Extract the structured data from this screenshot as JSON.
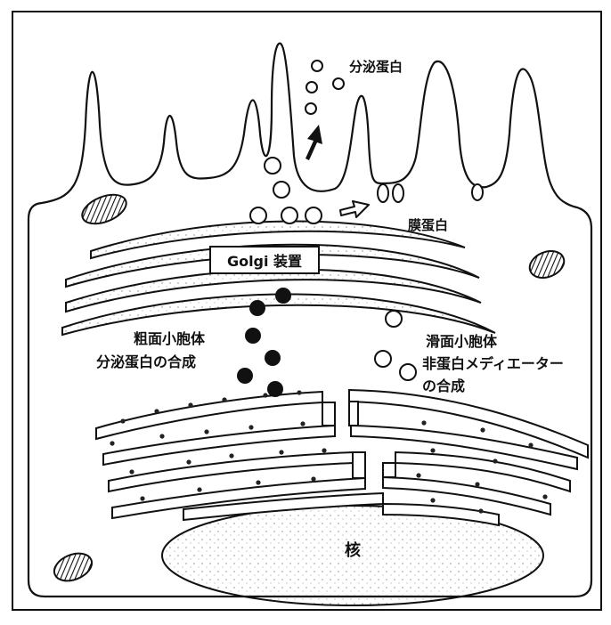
{
  "labels": {
    "secretory_protein": "分泌蛋白",
    "membrane_protein": "膜蛋白",
    "golgi": "Golgi 装置",
    "rer_line1": "粗面小胞体",
    "rer_line2": "分泌蛋白の合成",
    "ser_line1": "滑面小胞体",
    "ser_line2": "非蛋白メディエーター",
    "ser_line3": "の合成",
    "nucleus": "核"
  },
  "icons": {
    "mitochondrion": "mitochondrion-icon",
    "secretion_arrow": "filled-arrow-icon",
    "membrane_arrow": "hollow-arrow-icon"
  },
  "colors": {
    "ink": "#111111",
    "background": "#ffffff"
  }
}
